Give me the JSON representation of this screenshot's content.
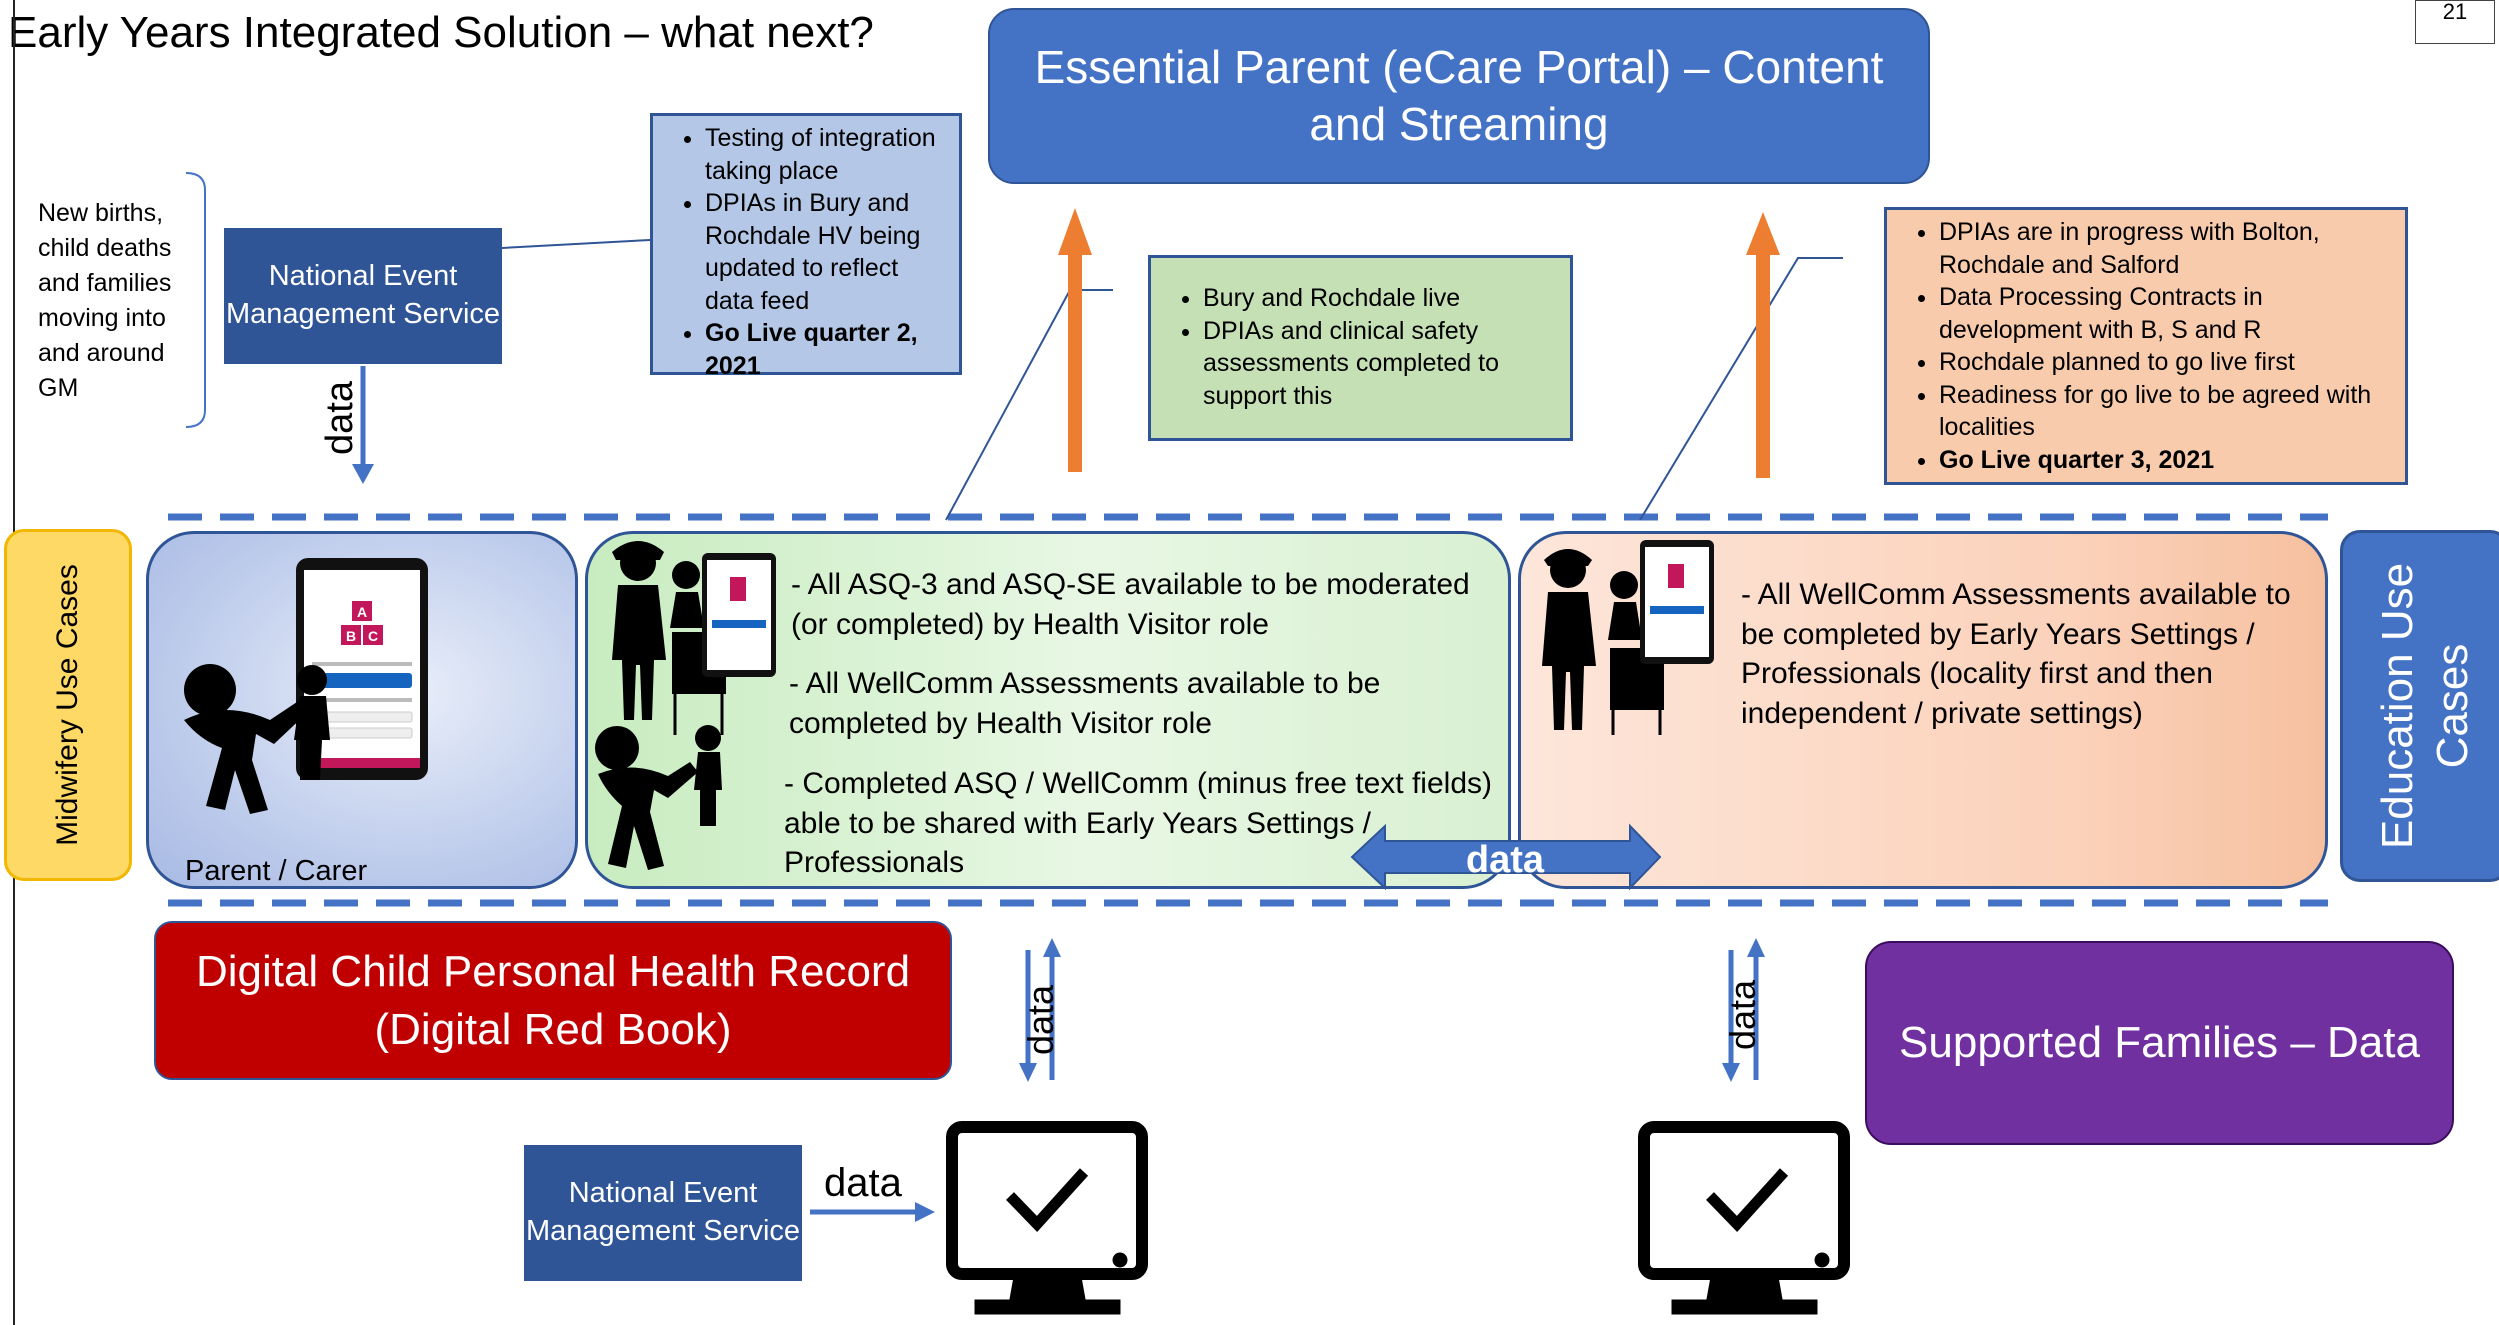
{
  "page": {
    "title": "Early Years Integrated Solution – what next?",
    "page_number": "21"
  },
  "top": {
    "essential_parent": "Essential Parent (eCare Portal) – Content and Streaming"
  },
  "left": {
    "new_births_text": "New births, child deaths and families moving into and around GM",
    "nems_label": "National Event Management Service",
    "nems_data_label": "data"
  },
  "notes": {
    "integration": {
      "items": [
        "Testing of integration taking place",
        "DPIAs in Bury and Rochdale HV being updated to reflect data feed",
        "Go Live quarter 2, 2021"
      ]
    },
    "live": {
      "items": [
        "Bury and Rochdale live",
        "DPIAs and clinical safety assessments completed to support this"
      ]
    },
    "progress": {
      "items": [
        "DPIAs are in progress with Bolton, Rochdale and Salford",
        "Data Processing Contracts in development with B, S and R",
        "Rochdale planned to go live first",
        "Readiness for go live to be agreed with localities",
        "Go Live quarter 3, 2021"
      ]
    }
  },
  "side_tabs": {
    "midwifery": "Midwifery Use Cases",
    "education": "Education Use Cases"
  },
  "panels": {
    "parent_carer_label": "Parent / Carer",
    "hv_items": [
      "- All ASQ-3 and ASQ-SE available to be moderated (or completed) by Health Visitor role",
      "- All WellComm Assessments available to be completed by Health Visitor role",
      "- Completed ASQ / WellComm (minus free text fields) able to be shared with Early Years Settings / Professionals"
    ],
    "edu_text": "- All WellComm Assessments available to be completed by Early Years Settings / Professionals (locality first and then independent / private settings)",
    "data_exchange_label": "data"
  },
  "bottom": {
    "red_book": "Digital Child Personal Health Record (Digital Red Book)",
    "supported_families": "Supported Families – Data",
    "nems_label": "National Event Management Service",
    "nems_arrow_label": "data",
    "left_vertical_data": "data",
    "right_vertical_data": "data"
  },
  "phone": {
    "logo_letters": [
      "A",
      "B",
      "C"
    ]
  },
  "colors": {
    "blue": "#4472c4",
    "dark_blue": "#2f5597",
    "orange_arrow": "#ed7d31",
    "red": "#c00000",
    "purple": "#7030a0",
    "yellow": "#ffd966"
  }
}
